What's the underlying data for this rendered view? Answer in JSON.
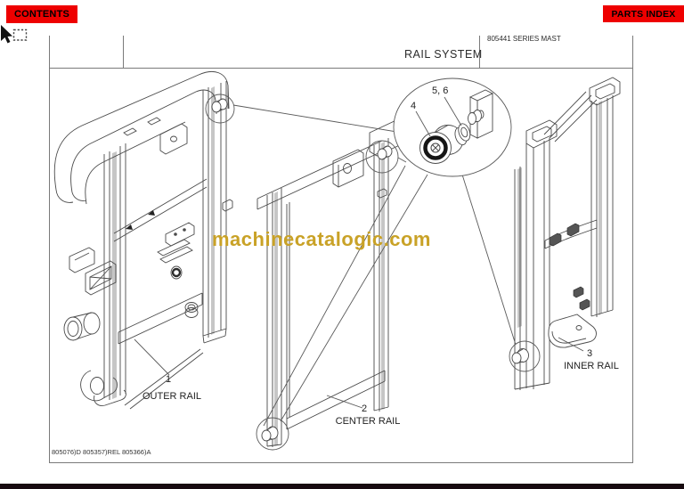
{
  "toolbar": {
    "contents_label": "CONTENTS",
    "parts_index_label": "PARTS INDEX"
  },
  "title_block": {
    "series": "805441 SERIES MAST",
    "title": "RAIL SYSTEM"
  },
  "watermark": {
    "text": "machinecatalogic.com",
    "color": "#c9a227"
  },
  "diagram": {
    "outer_rail": {
      "number": "1",
      "label": "OUTER RAIL"
    },
    "center_rail": {
      "number": "2",
      "label": "CENTER RAIL"
    },
    "inner_rail": {
      "number": "3",
      "label": "INNER RAIL"
    },
    "detail": {
      "roller_number": "4",
      "washer_numbers": "5, 6"
    }
  },
  "footer": {
    "doc_numbers": "805076)D 805357)REL 805366)A"
  },
  "colors": {
    "accent_red": "#ee0000",
    "line": "#4a4a4a",
    "track_gray": "#c6c6c6",
    "bottom_bar": "#170a10",
    "watermark_gold": "#c9a227"
  }
}
